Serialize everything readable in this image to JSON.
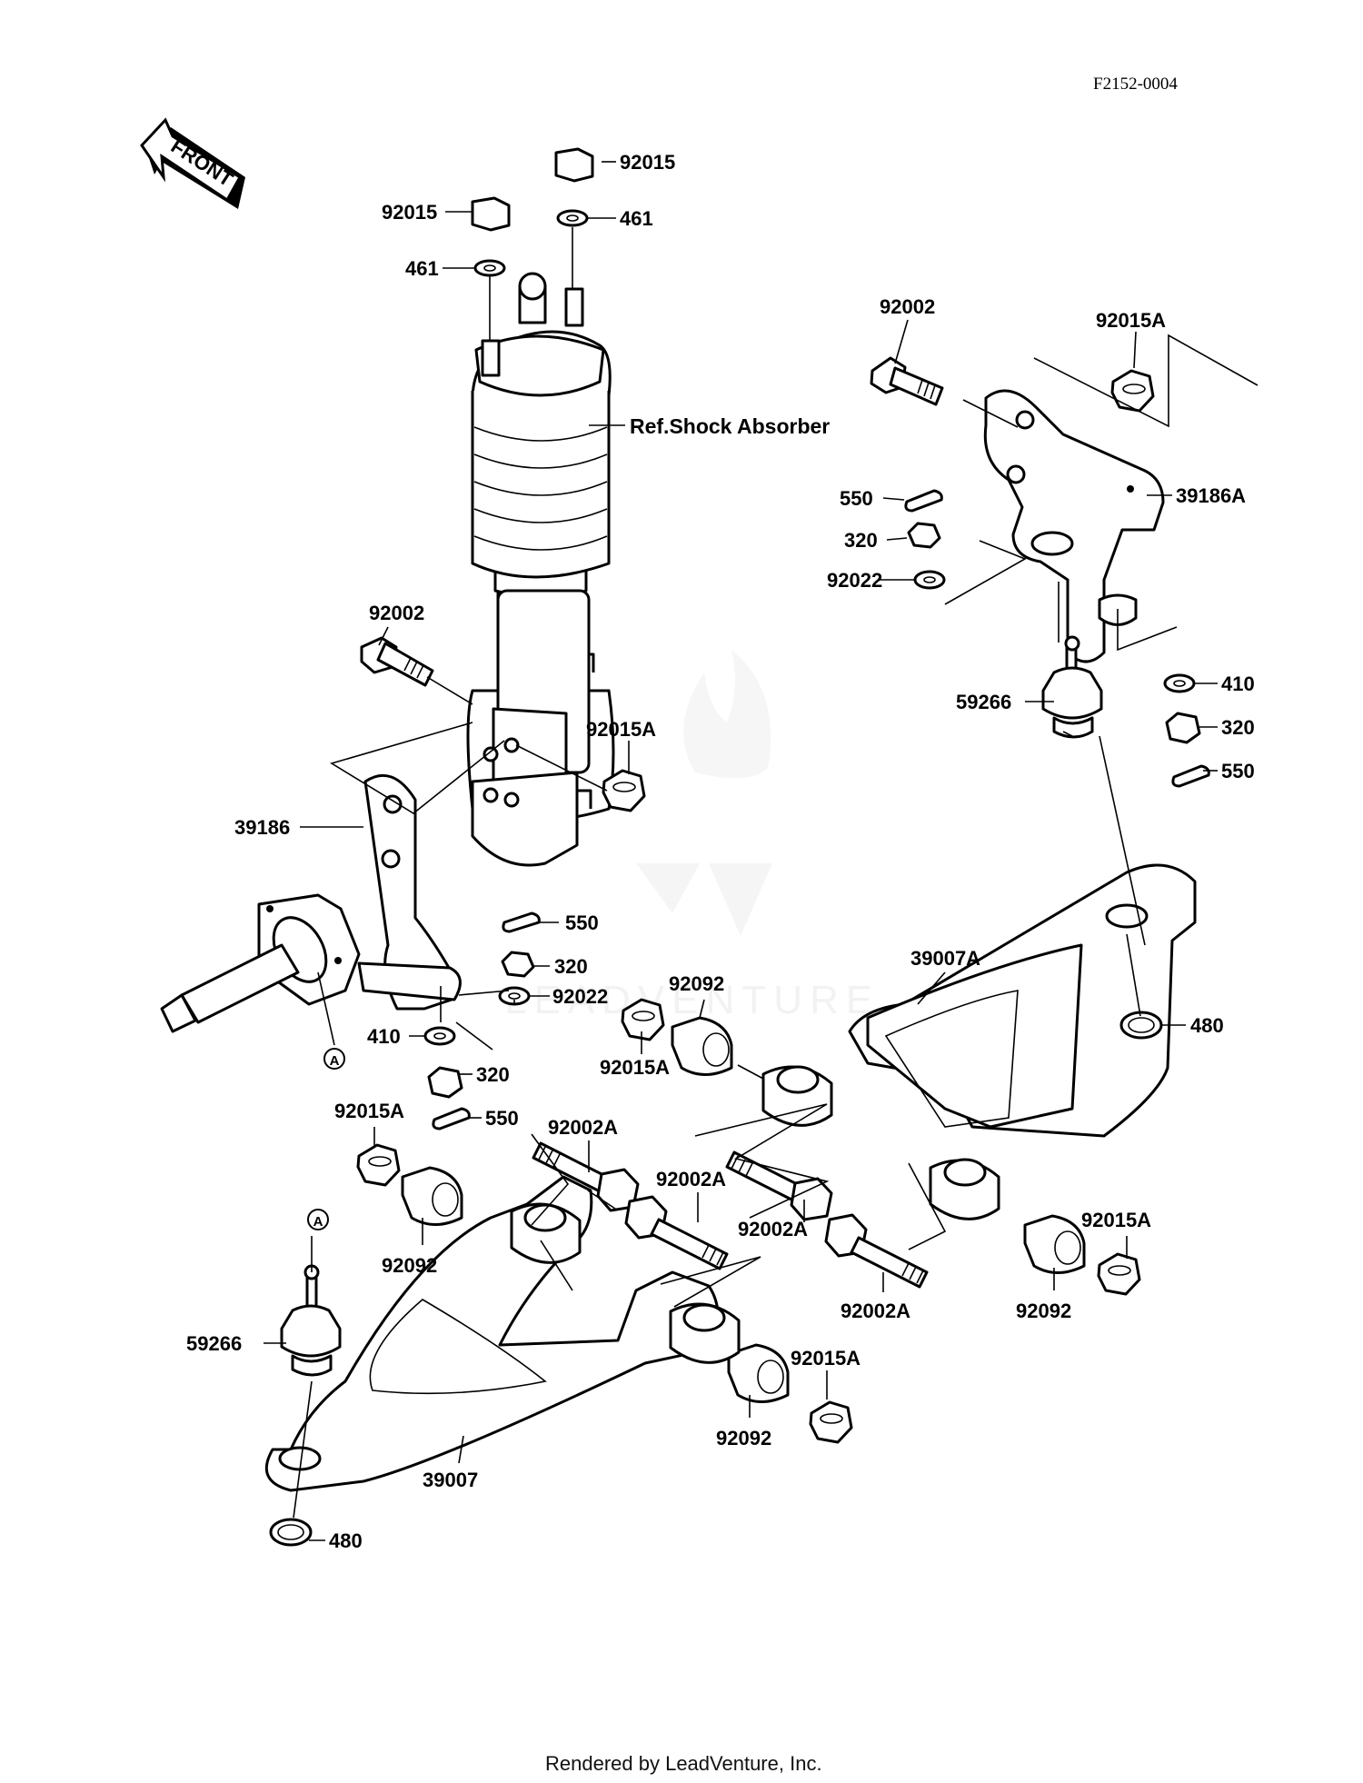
{
  "header": {
    "figure_code": "F2152-0004"
  },
  "orientation": {
    "arrow_label": "FRONT"
  },
  "watermark": {
    "text": "LEADVENTURE"
  },
  "labels": {
    "nut_top_right": "92015",
    "washer_top_right": "461",
    "nut_top_left": "92015",
    "washer_top_left": "461",
    "bolt_upper_right": "92002",
    "nut_upper_right": "92015A",
    "ref_shock": "Ref.Shock Absorber",
    "cotter_upper_right": "550",
    "castle_upper_right": "320",
    "washer_upper_right": "92022",
    "knuckle_right": "39186A",
    "bolt_shock_left": "92002",
    "nut_shock_left": "92015A",
    "balljoint_upper_right": "59266",
    "washer_right_410": "410",
    "castle_right_320": "320",
    "cotter_right_550": "550",
    "knuckle_left": "39186",
    "cotter_mid": "550",
    "castle_mid": "320",
    "washer_mid": "92022",
    "washer_left_410": "410",
    "marker_a_top": "A",
    "castle_low_left": "320",
    "cotter_low_left": "550",
    "bushing_upper": "92092",
    "nut_center": "92015A",
    "arm_right": "39007A",
    "circlip_right": "480",
    "nut_left_low": "92015A",
    "bolt_a1": "92002A",
    "bolt_a2": "92002A",
    "bolt_a3": "92002A",
    "bolt_a4": "92002A",
    "bushing_left": "92092",
    "bushing_right": "92092",
    "nut_right_low": "92015A",
    "marker_a_bottom": "A",
    "balljoint_lower_left": "59266",
    "bushing_lower": "92092",
    "nut_lower": "92015A",
    "arm_left": "39007",
    "circlip_left": "480"
  },
  "footer": {
    "text": "Rendered by LeadVenture, Inc."
  }
}
